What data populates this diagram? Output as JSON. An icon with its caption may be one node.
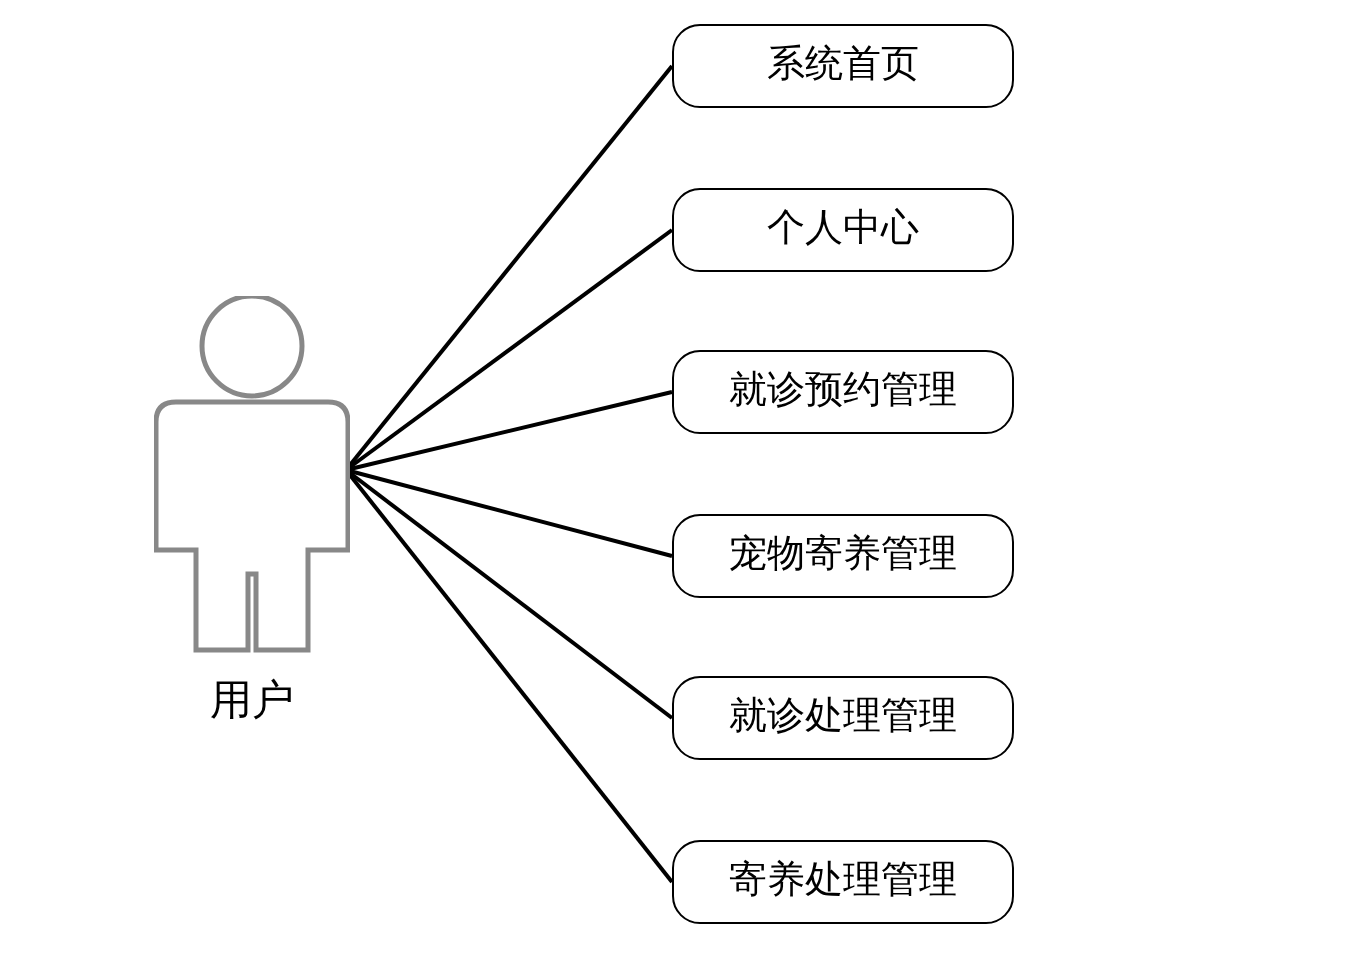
{
  "diagram": {
    "nodes": [
      {
        "text": [
          "用户"
        ]
      },
      {
        "text": [
          "系统首页"
        ]
      },
      {
        "text": [
          "个人中心"
        ]
      },
      {
        "text": [
          "就诊预约管理"
        ]
      },
      {
        "text": [
          "宠物寄养管理"
        ]
      },
      {
        "text": [
          "就诊处理管理"
        ]
      },
      {
        "text": [
          "寄养处理管理"
        ]
      }
    ],
    "edges": [
      {
        "from": 0,
        "to": 1,
        "arrow": "none"
      },
      {
        "from": 0,
        "to": 2,
        "arrow": "none"
      },
      {
        "from": 0,
        "to": 3,
        "arrow": "none"
      },
      {
        "from": 0,
        "to": 4,
        "arrow": "none"
      },
      {
        "from": 0,
        "to": 5,
        "arrow": "none"
      },
      {
        "from": 0,
        "to": 6,
        "arrow": "none"
      }
    ]
  }
}
